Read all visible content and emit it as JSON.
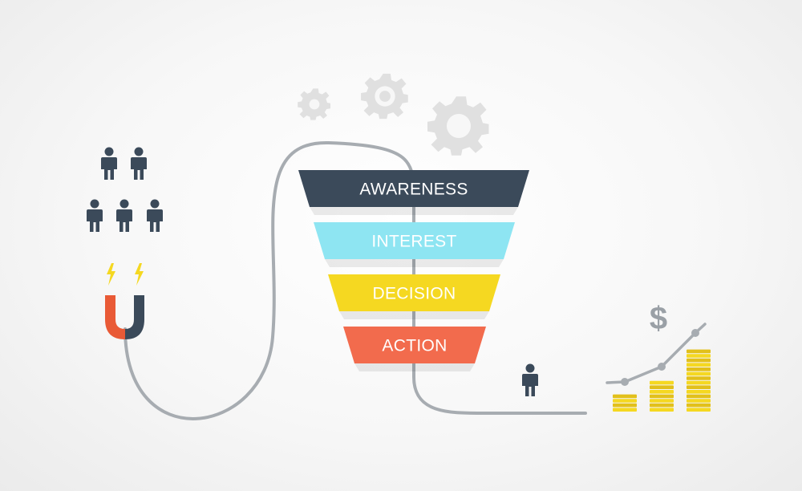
{
  "funnel": {
    "stages": [
      {
        "label": "AWARENESS",
        "color": "#3b4a5a"
      },
      {
        "label": "INTEREST",
        "color": "#8ee5f2"
      },
      {
        "label": "DECISION",
        "color": "#f5d821"
      },
      {
        "label": "ACTION",
        "color": "#f26b4d"
      }
    ]
  },
  "currency_symbol": "$",
  "colors": {
    "line": "#a7acb1",
    "person": "#3b4a5a",
    "gear": "#e0e0e0",
    "magnet_red": "#e95a36",
    "magnet_dark": "#3b4a5a",
    "spark": "#f5d821",
    "coin": "#f5d821",
    "coin_shade": "#e2c01a",
    "trend_line": "#a7acb1",
    "dollar": "#9aa0a6"
  },
  "icons": [
    "people-group-icon",
    "magnet-icon",
    "spark-icon",
    "gear-icon",
    "person-icon",
    "coin-stack-icon",
    "dollar-icon",
    "trend-line-icon"
  ]
}
